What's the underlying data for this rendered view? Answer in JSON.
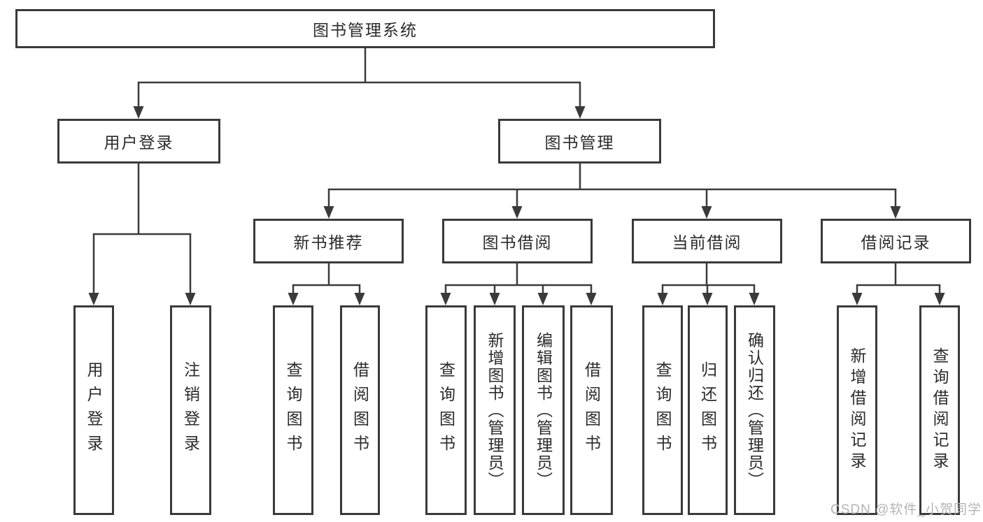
{
  "tree": {
    "root": {
      "label": "图书管理系统"
    },
    "branches": [
      {
        "label": "用户登录",
        "children": [
          {
            "label": "用户登录"
          },
          {
            "label": "注销登录"
          }
        ]
      },
      {
        "label": "图书管理",
        "children": [
          {
            "label": "新书推荐",
            "children": [
              {
                "label": "查询图书"
              },
              {
                "label": "借阅图书"
              }
            ]
          },
          {
            "label": "图书借阅",
            "children": [
              {
                "label": "查询图书"
              },
              {
                "label": "新增图书（管理员）"
              },
              {
                "label": "编辑图书（管理员）"
              },
              {
                "label": "借阅图书"
              }
            ]
          },
          {
            "label": "当前借阅",
            "children": [
              {
                "label": "查询图书"
              },
              {
                "label": "归还图书"
              },
              {
                "label": "确认归还（管理员）"
              }
            ]
          },
          {
            "label": "借阅记录",
            "children": [
              {
                "label": "新增借阅记录"
              },
              {
                "label": "查询借阅记录"
              }
            ]
          }
        ]
      }
    ]
  },
  "watermark": {
    "text": "CSDN @软件_小贺同学"
  },
  "colors": {
    "line": "#3a3a3a",
    "box_border": "#3a3a3a",
    "text": "#2b2b2b",
    "watermark": "#b4b4b4",
    "background": "#ffffff"
  }
}
